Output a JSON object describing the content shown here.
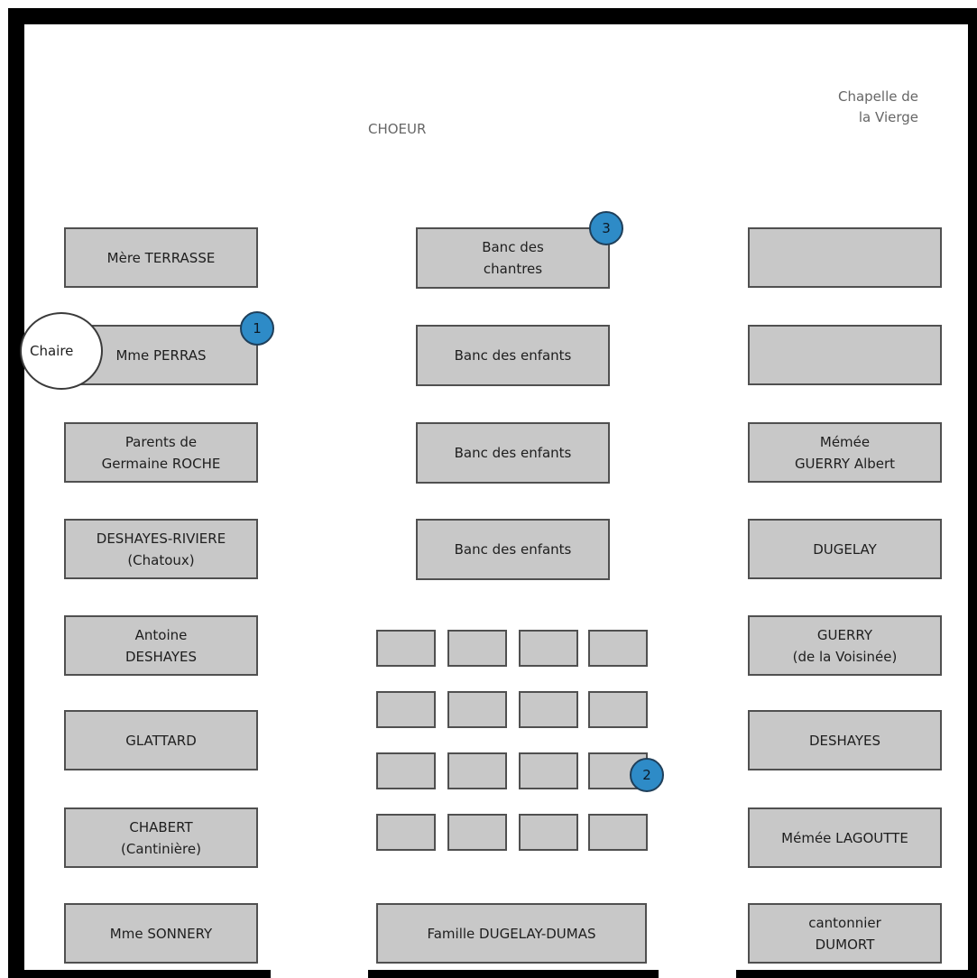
{
  "labels": {
    "choeur": "CHOEUR",
    "chapelle": "Chapelle de\nla Vierge",
    "chaire": "Chaire"
  },
  "left_pews": [
    "Mère TERRASSE",
    "Mme PERRAS",
    "Parents de\nGermaine ROCHE",
    "DESHAYES-RIVIERE\n(Chatoux)",
    "Antoine\nDESHAYES",
    "GLATTARD",
    "CHABERT\n(Cantinière)",
    "Mme SONNERY"
  ],
  "center_pews": [
    "Banc des\nchantres",
    "Banc des enfants",
    "Banc des enfants",
    "Banc des enfants"
  ],
  "bottom_center_pew": "Famille DUGELAY-DUMAS",
  "right_pews": [
    "",
    "",
    "Mémée\nGUERRY Albert",
    "DUGELAY",
    "GUERRY\n(de la Voisinée)",
    "DESHAYES",
    "Mémée LAGOUTTE",
    "cantonnier\nDUMORT"
  ],
  "markers": [
    "1",
    "2",
    "3"
  ],
  "colors": {
    "pew_fill": "#c8c8c8",
    "marker_fill": "#2e8bc7",
    "wall": "#000000"
  }
}
